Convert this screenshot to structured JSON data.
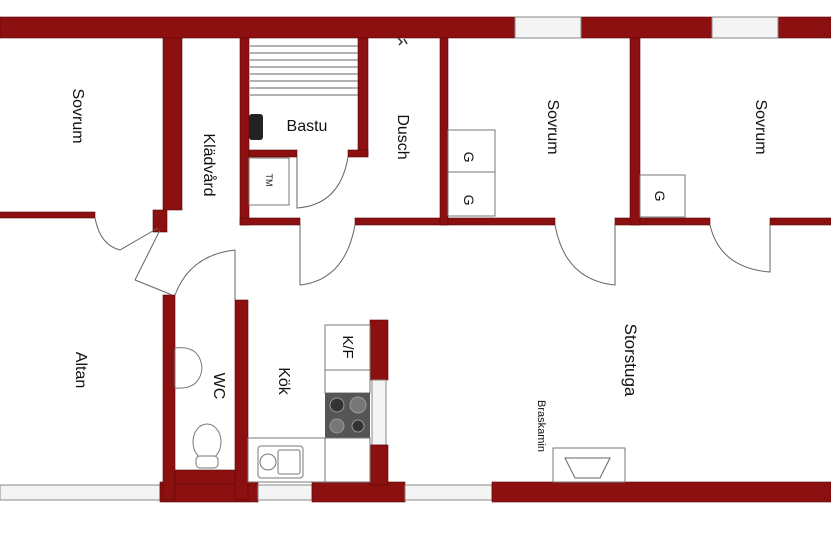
{
  "rooms": {
    "sovrum_left": "Sovrum",
    "kladvard": "Klädvård",
    "bastu": "Bastu",
    "dusch": "Dusch",
    "sovrum_middle": "Sovrum",
    "sovrum_right": "Sovrum",
    "altan": "Altan",
    "wc": "WC",
    "kok": "Kök",
    "storstuga": "Storstuga"
  },
  "fixtures": {
    "tm": "TM",
    "kf": "K/F",
    "braskamin": "Braskamin",
    "wardrobe_1": "G",
    "wardrobe_2": "G",
    "wardrobe_3": "G"
  },
  "colors": {
    "wall": "#8c1010"
  }
}
